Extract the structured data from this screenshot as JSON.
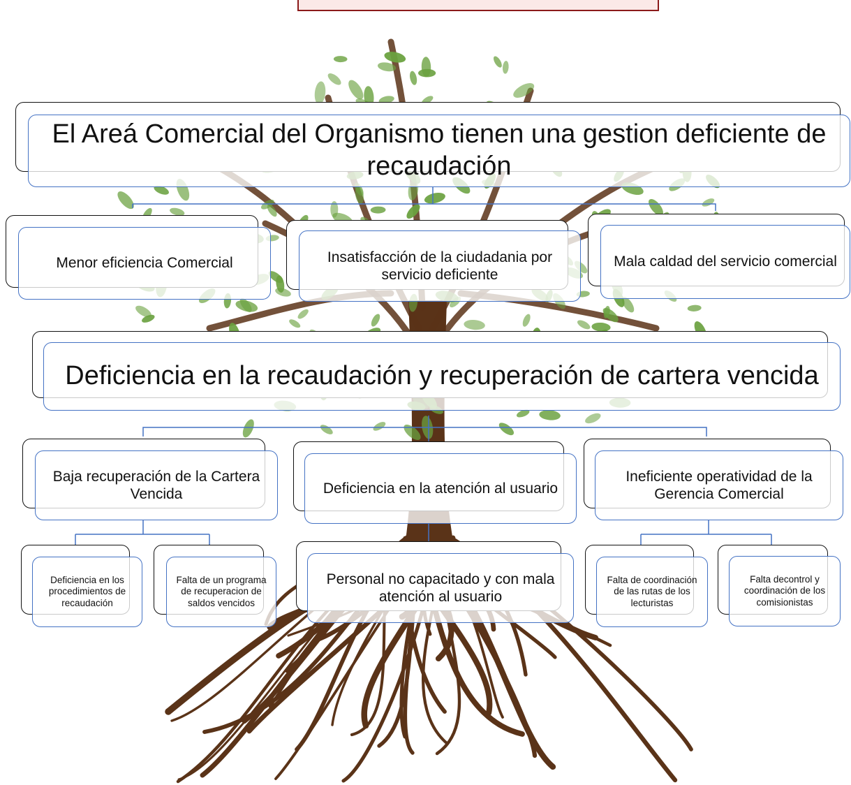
{
  "title_frame": "",
  "effects": {
    "main_effect": "El Areá Comercial del Organismo tienen una gestion  deficiente de recaudación",
    "items": [
      "Menor eficiencia Comercial",
      "Insatisfacción de la ciudadania por servicio deficiente",
      "Mala caldad del servicio comercial"
    ]
  },
  "problem": "Deficiencia en la recaudación y recuperación de cartera vencida",
  "causes": [
    {
      "label": "Baja recuperación de la Cartera Vencida",
      "subcauses": [
        "Deficiencia en los procedimientos de recaudación",
        "Falta de un programa de recuperacion de saldos vencidos"
      ]
    },
    {
      "label": "Deficiencia en la atención al usuario",
      "subcauses": [
        "Personal no capacitado y con mala atención al usuario"
      ]
    },
    {
      "label": "Ineficiente operatividad de la Gerencia Comercial",
      "subcauses": [
        "Falta de coordinación de las rutas de los lecturistas",
        "Falta decontrol y coordinación de los comisionistas"
      ]
    }
  ],
  "colors": {
    "leaf": "#6aa13f",
    "trunk": "#5a3318",
    "box_border": "#4472c4",
    "connector": "#4472c4",
    "title_frame_border": "#8b1a1a"
  }
}
